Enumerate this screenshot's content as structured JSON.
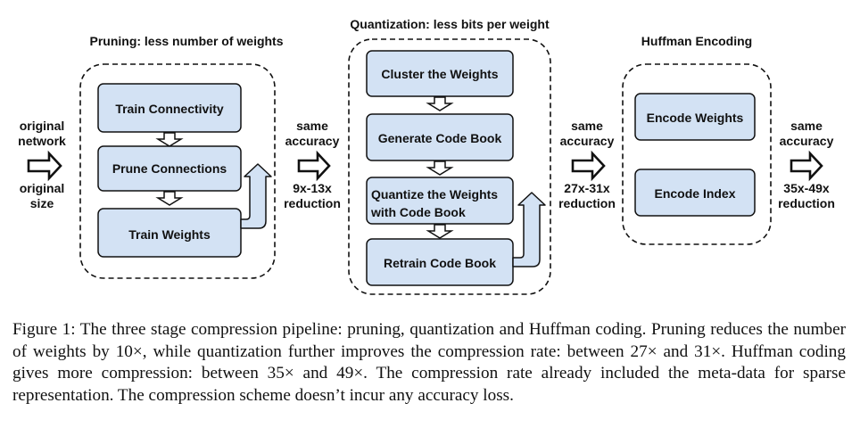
{
  "stages": {
    "pruning": {
      "title": "Pruning: less number of weights",
      "steps": [
        "Train Connectivity",
        "Prune Connections",
        "Train Weights"
      ]
    },
    "quantization": {
      "title": "Quantization: less bits per weight",
      "steps": [
        "Cluster the Weights",
        "Generate Code Book",
        "Quantize the Weights",
        "with Code Book",
        "Retrain Code Book"
      ]
    },
    "huffman": {
      "title": "Huffman Encoding",
      "steps": [
        "Encode Weights",
        "Encode Index"
      ]
    }
  },
  "side_labels": {
    "input": {
      "top": [
        "original",
        "network"
      ],
      "bottom": [
        "original",
        "size"
      ]
    },
    "after_pruning": {
      "top": [
        "same",
        "accuracy"
      ],
      "bottom": [
        "9x-13x",
        "reduction"
      ]
    },
    "after_quantization": {
      "top": [
        "same",
        "accuracy"
      ],
      "bottom": [
        "27x-31x",
        "reduction"
      ]
    },
    "after_huffman": {
      "top": [
        "same",
        "accuracy"
      ],
      "bottom": [
        "35x-49x",
        "reduction"
      ]
    }
  },
  "colors": {
    "box_fill": "#d3e2f4",
    "stroke": "#111111"
  },
  "caption": "Figure 1: The three stage compression pipeline: pruning, quantization and Huffman coding. Pruning reduces the number of weights by 10×, while quantization further improves the compression rate: between 27× and 31×. Huffman coding gives more compression: between 35× and 49×. The compression rate already included the meta-data for sparse representation. The compression scheme doesn’t incur any accuracy loss."
}
